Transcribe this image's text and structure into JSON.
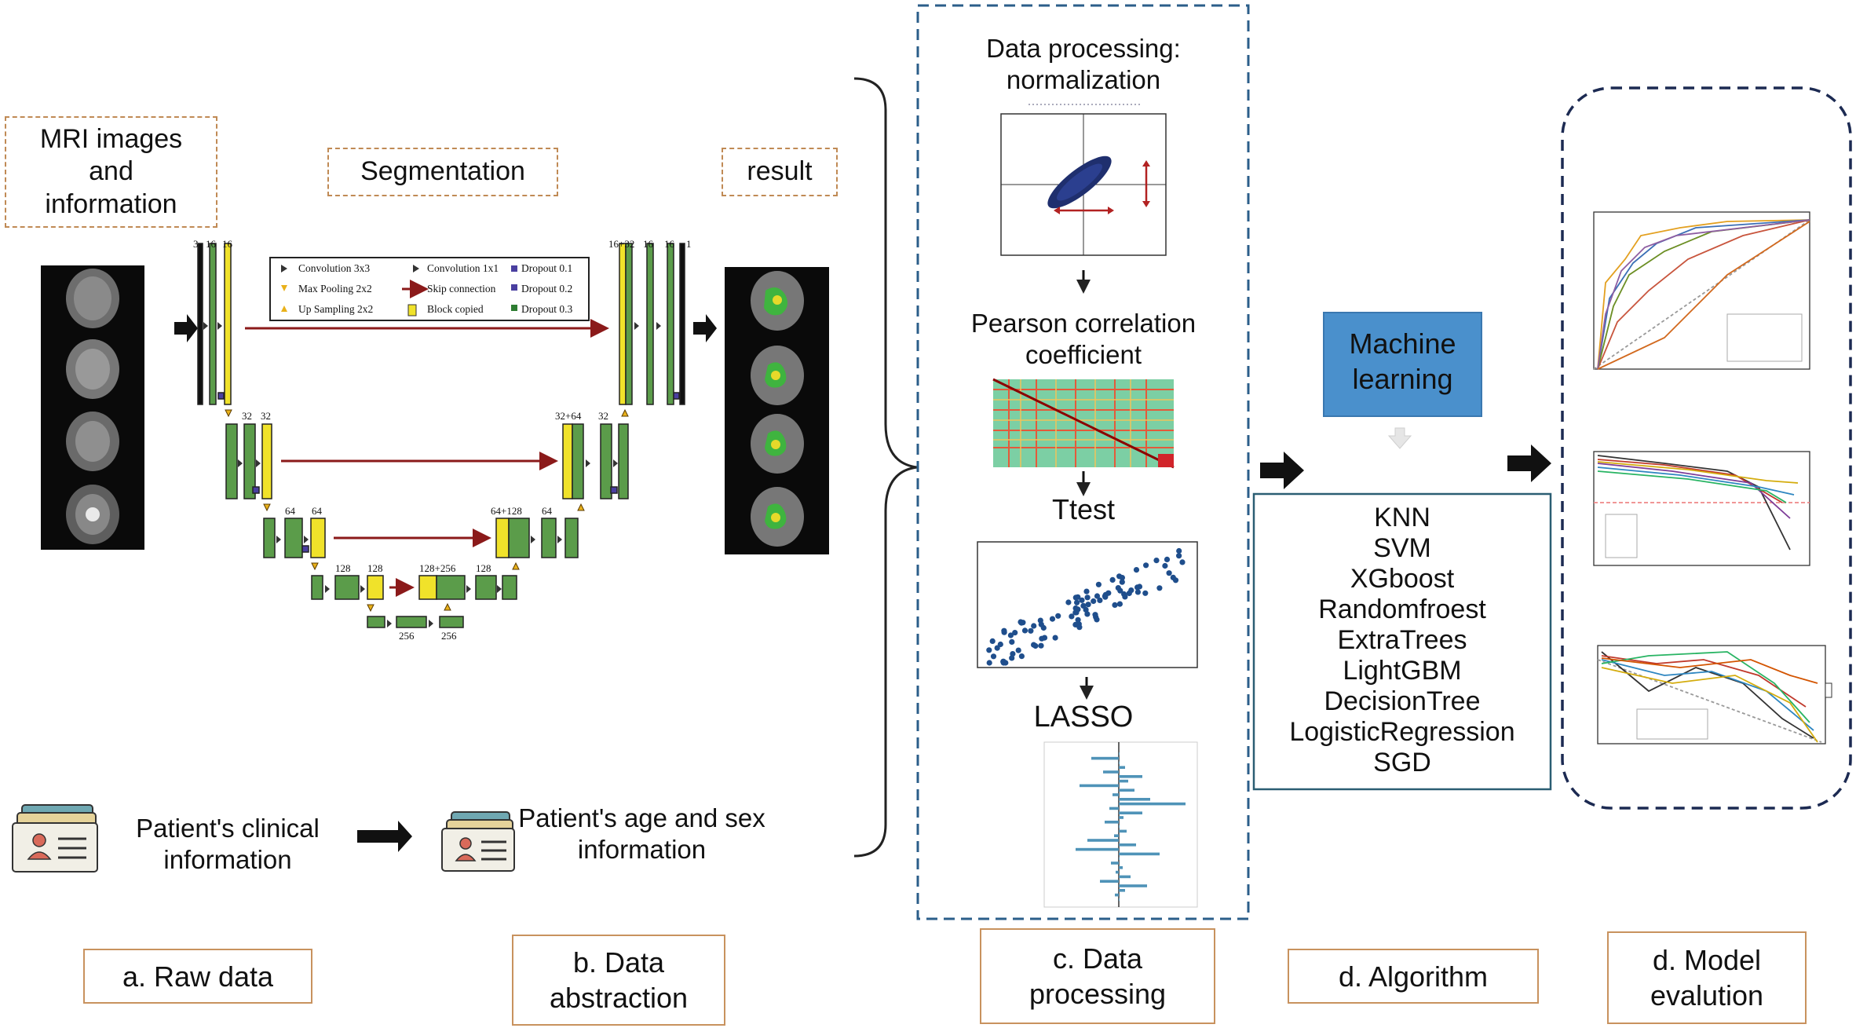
{
  "raw_data": {
    "mri_label": "MRI images and information",
    "clinical": "Patient's clinical information",
    "age_sex": "Patient's age and sex information"
  },
  "abstraction": {
    "segmentation": "Segmentation",
    "result": "result",
    "unet_legend": [
      "Convolution 3x3",
      "Convolution 1x1",
      "Dropout 0.1",
      "Max Pooling 2x2",
      "Skip connection",
      "Dropout 0.2",
      "Up Sampling 2x2",
      "Block copied",
      "Dropout 0.3"
    ],
    "unet_numbers": [
      "3",
      "16",
      "16",
      "16+32",
      "16",
      "16",
      "1",
      "32",
      "32",
      "32+64",
      "32",
      "64",
      "64",
      "64+128",
      "64",
      "128",
      "128",
      "128+256",
      "128",
      "256",
      "256"
    ]
  },
  "processing": {
    "step1": "Data processing: normalization",
    "step2": "Pearson correlation coefficient",
    "step3": "Ttest",
    "step4": "LASSO"
  },
  "algorithm": {
    "ml_label": "Machine learning",
    "items": [
      "KNN",
      "SVM",
      "XGboost",
      "Randomfroest",
      "ExtraTrees",
      "LightGBM",
      "DecisionTree",
      "LogisticRegression",
      "SGD"
    ]
  },
  "captions": {
    "a": "a. Raw data",
    "b": "b. Data abstraction",
    "c": "c. Data processing",
    "d1": "d. Algorithm",
    "d2": "d. Model evalution"
  },
  "colors": {
    "green": "#5b9c4a",
    "yellow": "#f0e22a",
    "darkred": "#8b1a1a",
    "ml_blue": "#4a90cc",
    "dash_navy": "#2b3a6b",
    "caption_border": "#c8925e"
  }
}
